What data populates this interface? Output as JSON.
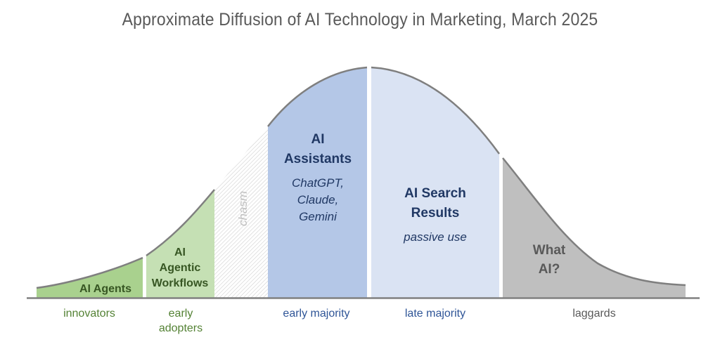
{
  "title": "Approximate Diffusion of AI Technology in Marketing, March 2025",
  "chart_data": {
    "type": "area",
    "title": "Approximate Diffusion of AI Technology in Marketing, March 2025",
    "description": "Bell curve (technology adoption lifecycle) split into segments",
    "segments": [
      {
        "category": "innovators",
        "label": "AI Agents",
        "sublabel": "",
        "fill": "#a9d18e",
        "text_color": "#375623",
        "cat_color": "#548235"
      },
      {
        "category": "early adopters",
        "label": "AI Agentic Workflows",
        "sublabel": "",
        "fill": "#c5e0b4",
        "text_color": "#375623",
        "cat_color": "#548235"
      },
      {
        "category": "",
        "label": "chasm",
        "sublabel": "",
        "fill": "hatched",
        "text_color": "#bfbfbf",
        "cat_color": ""
      },
      {
        "category": "early majority",
        "label": "AI Assistants",
        "sublabel": "ChatGPT, Claude, Gemini",
        "fill": "#b4c7e7",
        "text_color": "#203864",
        "cat_color": "#2f5597"
      },
      {
        "category": "late majority",
        "label": "AI Search Results",
        "sublabel": "passive use",
        "fill": "#dae3f3",
        "text_color": "#203864",
        "cat_color": "#2f5597"
      },
      {
        "category": "laggards",
        "label": "What AI?",
        "sublabel": "",
        "fill": "#bfbfbf",
        "text_color": "#595959",
        "cat_color": "#595959"
      }
    ]
  },
  "segments": {
    "innovators": {
      "label": "AI Agents",
      "category": "innovators"
    },
    "early_adopters": {
      "label_1": "AI",
      "label_2": "Agentic",
      "label_3": "Workflows",
      "category_1": "early",
      "category_2": "adopters"
    },
    "chasm": {
      "label": "chasm"
    },
    "early_majority": {
      "label_1": "AI",
      "label_2": "Assistants",
      "sub_1": "ChatGPT,",
      "sub_2": "Claude,",
      "sub_3": "Gemini",
      "category": "early majority"
    },
    "late_majority": {
      "label_1": "AI Search",
      "label_2": "Results",
      "sub": "passive use",
      "category": "late majority"
    },
    "laggards": {
      "label_1": "What",
      "label_2": "AI?",
      "category": "laggards"
    }
  }
}
